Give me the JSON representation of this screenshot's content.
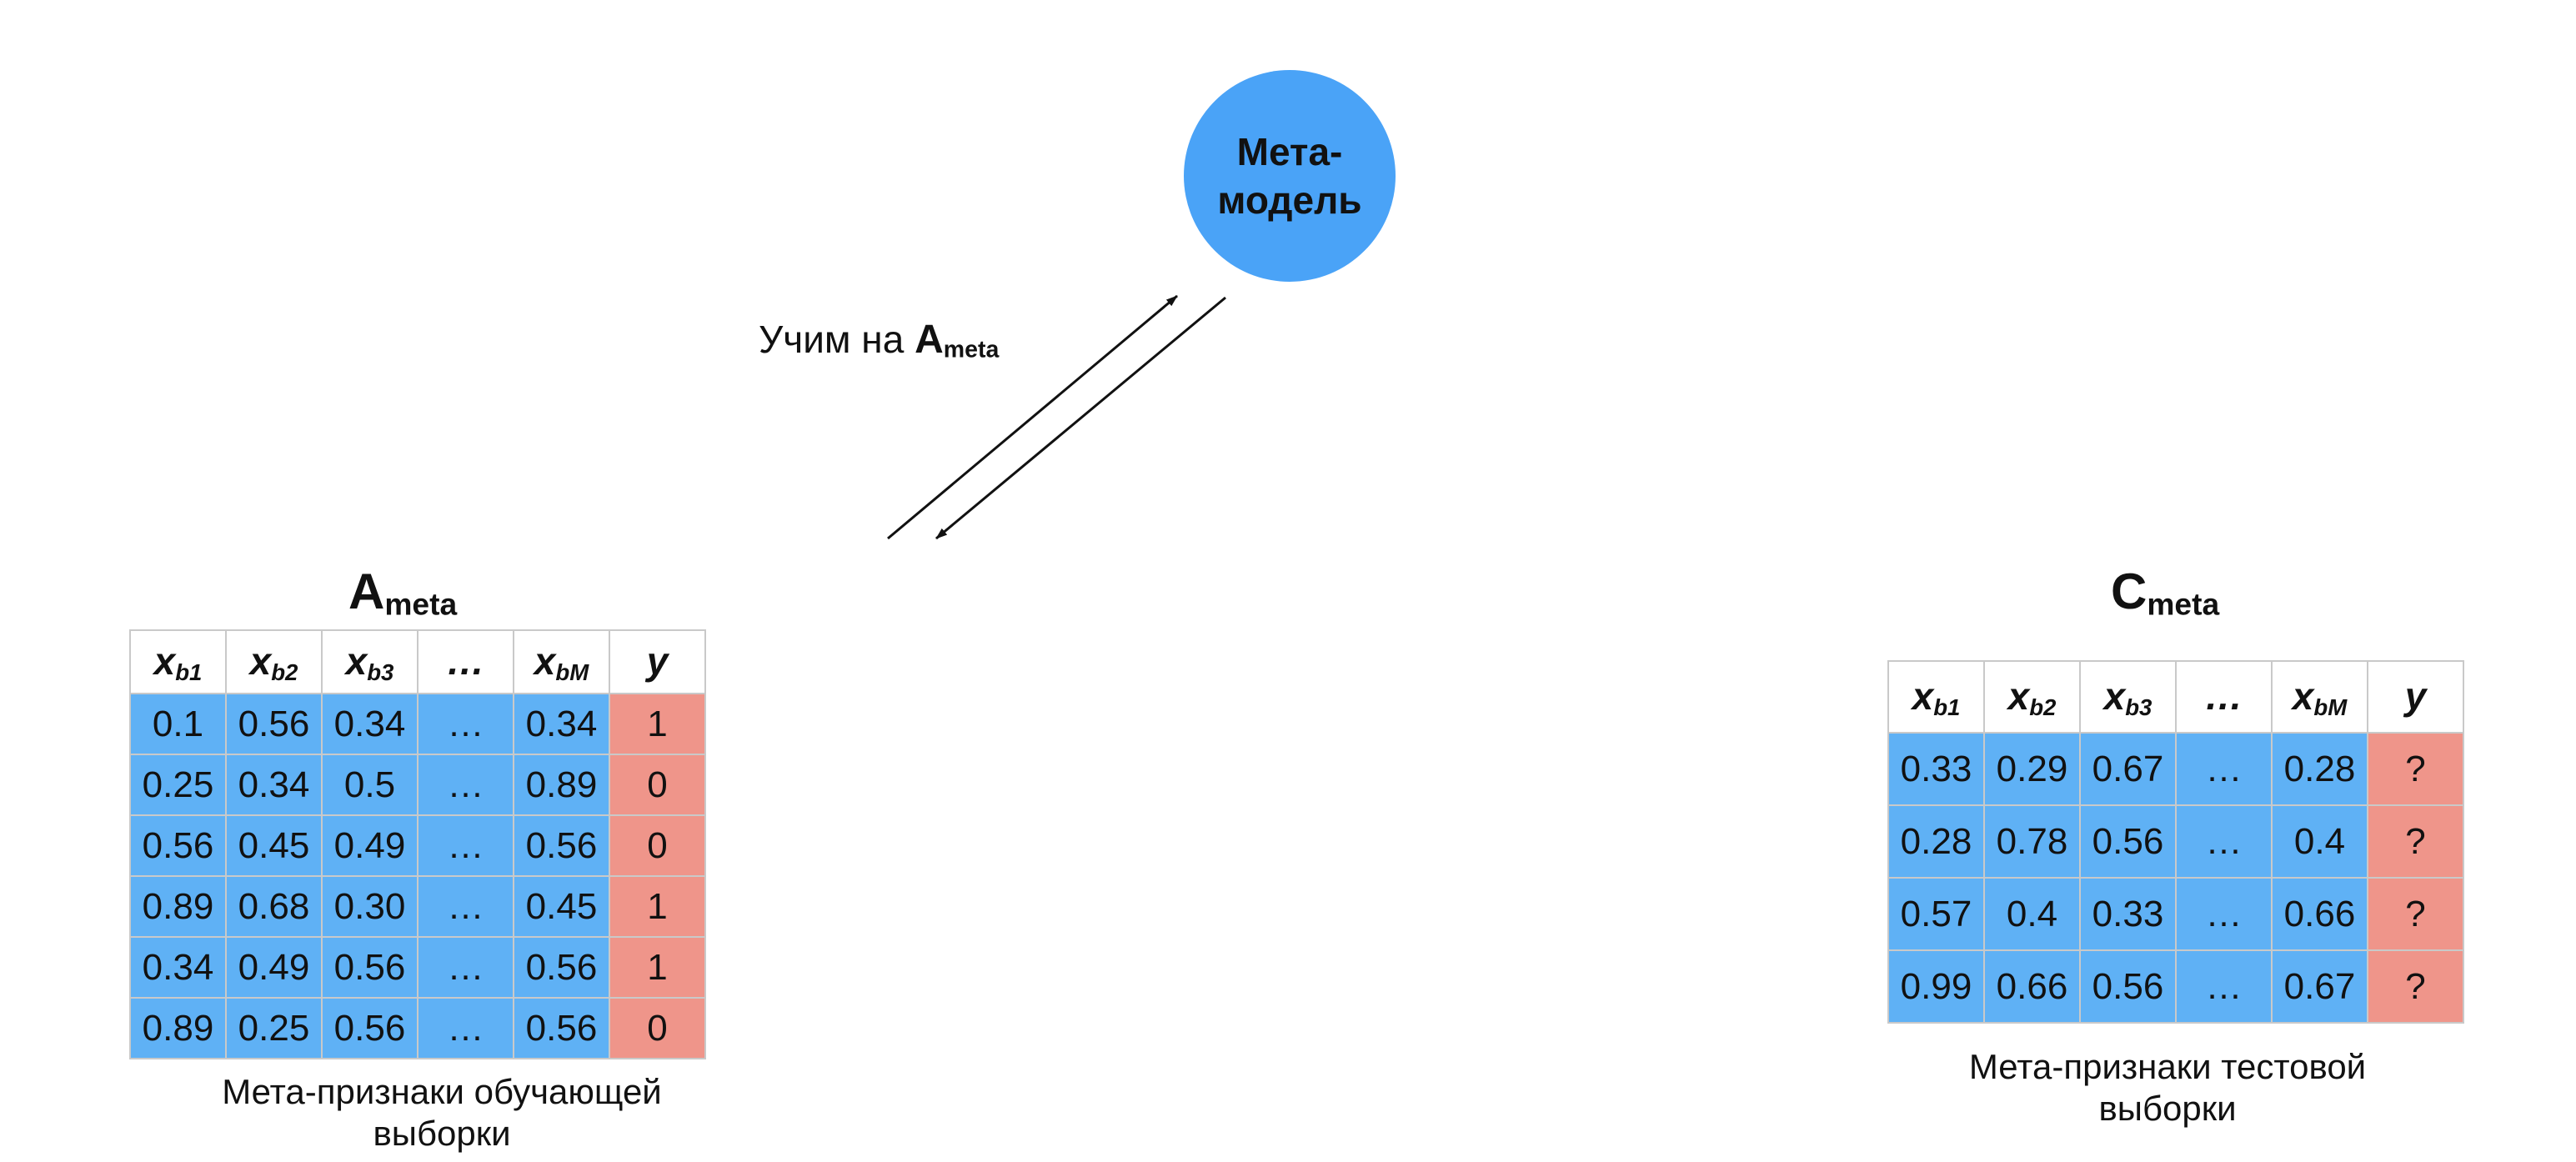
{
  "meta_model": {
    "label": "Мета-\nмодель"
  },
  "train_label": {
    "prefix": "Учим на ",
    "A": "A",
    "sub": "meta"
  },
  "left_table": {
    "title": "A",
    "title_sub": "meta",
    "headers": [
      {
        "main": "x",
        "sub": "b1"
      },
      {
        "main": "x",
        "sub": "b2"
      },
      {
        "main": "x",
        "sub": "b3"
      },
      {
        "main": "…",
        "sub": ""
      },
      {
        "main": "x",
        "sub": "bM"
      },
      {
        "main": "y",
        "sub": ""
      }
    ],
    "rows": [
      [
        "0.1",
        "0.56",
        "0.34",
        "…",
        "0.34",
        "1"
      ],
      [
        "0.25",
        "0.34",
        "0.5",
        "…",
        "0.89",
        "0"
      ],
      [
        "0.56",
        "0.45",
        "0.49",
        "…",
        "0.56",
        "0"
      ],
      [
        "0.89",
        "0.68",
        "0.30",
        "…",
        "0.45",
        "1"
      ],
      [
        "0.34",
        "0.49",
        "0.56",
        "…",
        "0.56",
        "1"
      ],
      [
        "0.89",
        "0.25",
        "0.56",
        "…",
        "0.56",
        "0"
      ]
    ],
    "caption": "Мета-признаки обучающей\nвыборки"
  },
  "right_table": {
    "title": "C",
    "title_sub": "meta",
    "headers": [
      {
        "main": "x",
        "sub": "b1"
      },
      {
        "main": "x",
        "sub": "b2"
      },
      {
        "main": "x",
        "sub": "b3"
      },
      {
        "main": "…",
        "sub": ""
      },
      {
        "main": "x",
        "sub": "bM"
      },
      {
        "main": "y",
        "sub": ""
      }
    ],
    "rows": [
      [
        "0.33",
        "0.29",
        "0.67",
        "…",
        "0.28",
        "?"
      ],
      [
        "0.28",
        "0.78",
        "0.56",
        "…",
        "0.4",
        "?"
      ],
      [
        "0.57",
        "0.4",
        "0.33",
        "…",
        "0.66",
        "?"
      ],
      [
        "0.99",
        "0.66",
        "0.56",
        "…",
        "0.67",
        "?"
      ]
    ],
    "caption": "Мета-признаки тестовой\nвыборки"
  },
  "colors": {
    "meta_model": "#4aa3f7",
    "feature_cell": "#5fb1f5",
    "target_cell": "#ef958a"
  }
}
